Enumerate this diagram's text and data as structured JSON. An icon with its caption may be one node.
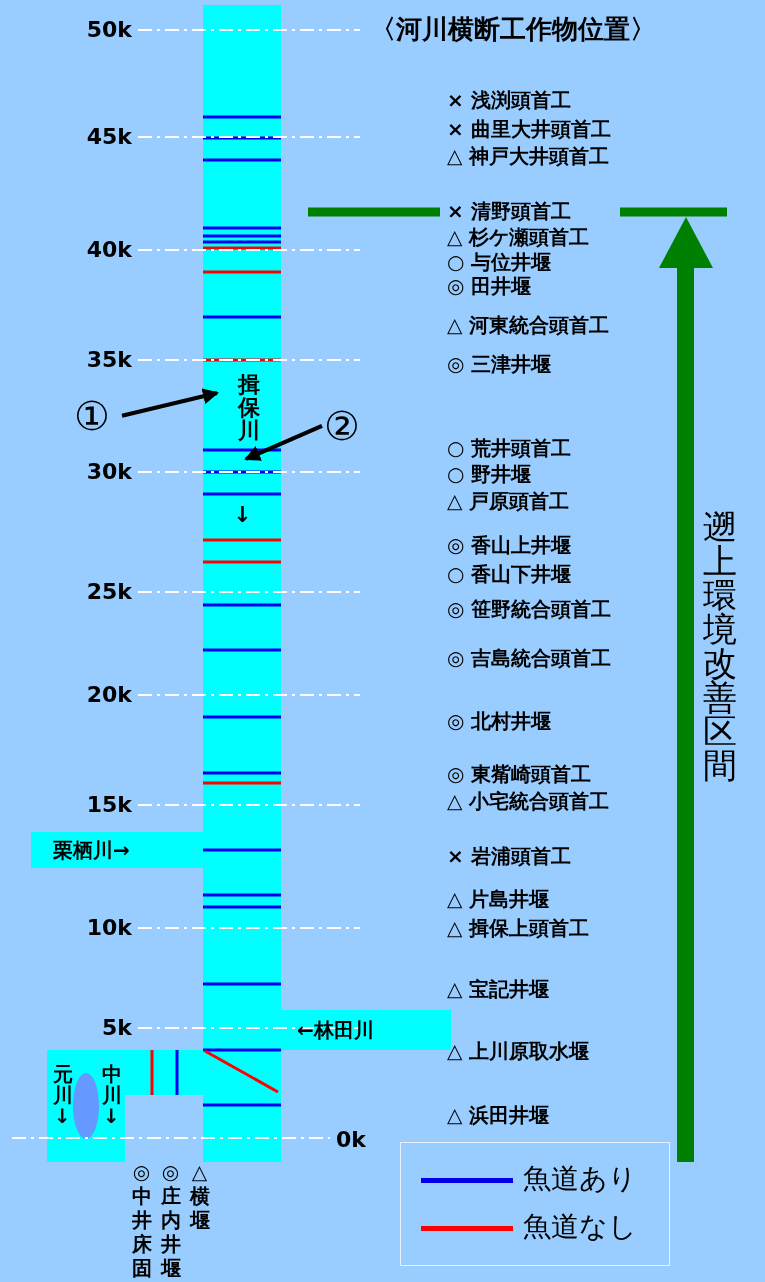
{
  "diagram": {
    "title": "〈河川横断工作物位置〉",
    "nodes": [
      {
        "text": [
          "揖保川",
          "↓"
        ]
      },
      {
        "text": [
          "①"
        ]
      },
      {
        "text": [
          "②"
        ]
      },
      {
        "text": [
          "栗栖川→"
        ]
      },
      {
        "text": [
          "←林田川"
        ]
      },
      {
        "text": [
          "元川↓",
          "中川↓"
        ]
      }
    ],
    "edges": [
      {
        "from": 1,
        "to": 0,
        "arrow": "to"
      },
      {
        "from": 2,
        "to": 0,
        "arrow": "to"
      }
    ],
    "labels": [
      "50k",
      "45k",
      "40k",
      "35k",
      "30k",
      "25k",
      "20k",
      "15k",
      "10k",
      "5k",
      "0k",
      "× 浅渕頭首工",
      "× 曲里大井頭首工",
      "△ 神戸大井頭首工",
      "× 清野頭首工",
      "△ 杉ケ瀬頭首工",
      "○ 与位井堰",
      "◎ 田井堰",
      "△ 河東統合頭首工",
      "◎ 三津井堰",
      "○ 荒井頭首工",
      "○ 野井堰",
      "△ 戸原頭首工",
      "◎ 香山上井堰",
      "○ 香山下井堰",
      "◎ 笹野統合頭首工",
      "◎ 吉島統合頭首工",
      "◎ 北村井堰",
      "◎ 東觜崎頭首工",
      "△ 小宅統合頭首工",
      "× 岩浦頭首工",
      "△ 片島井堰",
      "△ 揖保上頭首工",
      "△ 宝記井堰",
      "△ 上川原取水堰",
      "△ 浜田井堰",
      "◎ 中井床固",
      "◎ 庄内井堰",
      "△ 横堰",
      "遡上環境改善区間"
    ],
    "legend": [
      {
        "text": "魚道あり"
      },
      {
        "text": "魚道なし"
      }
    ]
  }
}
